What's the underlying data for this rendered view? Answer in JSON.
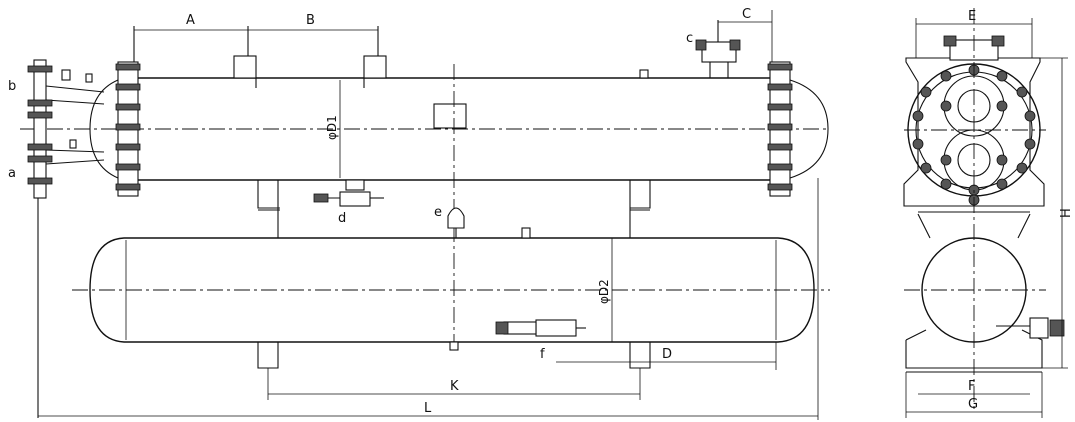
{
  "labels": {
    "a": "a",
    "b": "b",
    "c": "c",
    "d": "d",
    "e": "e",
    "f": "f",
    "A": "A",
    "B": "B",
    "C": "C",
    "D": "D",
    "E": "E",
    "F": "F",
    "G": "G",
    "H": "H",
    "K": "K",
    "L": "L",
    "D1": "φD1",
    "D2": "φD2"
  },
  "colors": {
    "line": "#111111",
    "bolt": "#555555",
    "background": "#ffffff"
  }
}
